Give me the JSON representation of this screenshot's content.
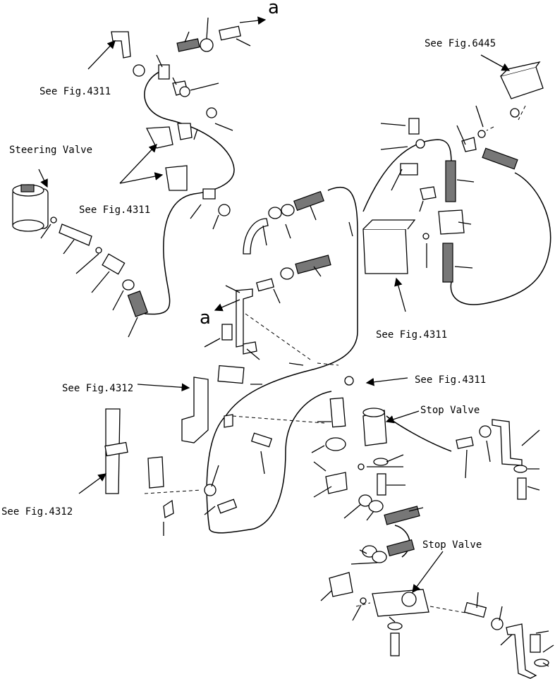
{
  "diagram": {
    "labels": {
      "fig4311_top": "See Fig.4311",
      "steering_valve": "Steering Valve",
      "fig4311_mid": "See Fig.4311",
      "fig6445": "See Fig.6445",
      "fig4311_right": "See Fig.4311",
      "fig4312_mid": "See Fig.4312",
      "fig4311_low": "See Fig.4311",
      "stop_valve_1": "Stop Valve",
      "fig4312_left": "See Fig.4312",
      "stop_valve_2": "Stop Valve"
    },
    "ref_marks": {
      "a_top": "a",
      "a_mid": "a"
    }
  }
}
